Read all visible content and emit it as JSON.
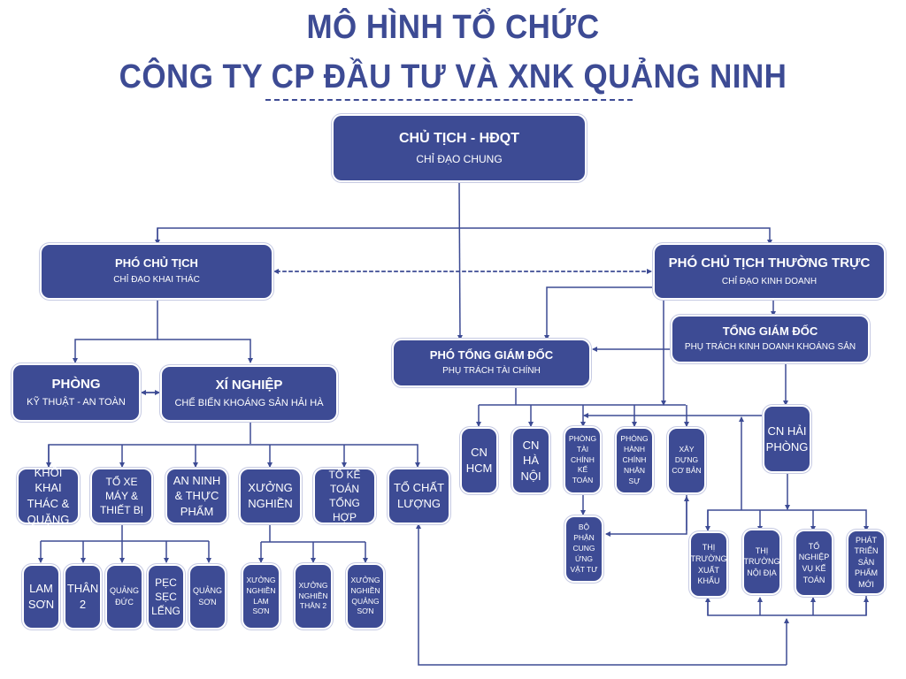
{
  "title": {
    "line1": "MÔ HÌNH TỔ CHỨC",
    "line2": "CÔNG TY CP ĐẦU TƯ VÀ XNK QUẢNG NINH"
  },
  "colors": {
    "primary": "#3d4b94",
    "text_on_primary": "#ffffff",
    "background": "#ffffff"
  },
  "nodes": {
    "chairman": {
      "title": "CHỦ TỊCH - HĐQT",
      "subtitle": "CHỈ ĐẠO CHUNG"
    },
    "vice_chairman": {
      "title": "PHÓ CHỦ TỊCH",
      "subtitle": "CHỈ ĐẠO KHAI THÁC"
    },
    "standing_vice_chairman": {
      "title": "PHÓ CHỦ TỊCH THƯỜNG TRỰC",
      "subtitle": "CHỈ ĐẠO KINH DOANH"
    },
    "general_director": {
      "title": "TỔNG GIÁM ĐỐC",
      "subtitle": "PHỤ TRÁCH KINH DOANH KHOÁNG SẢN"
    },
    "deputy_general_director": {
      "title": "PHÓ TỔNG GIÁM ĐỐC",
      "subtitle": "PHỤ TRÁCH TÀI CHÍNH"
    },
    "technical_dept": {
      "title": "PHÒNG",
      "subtitle": "KỸ THUẬT - AN TOÀN"
    },
    "enterprise": {
      "title": "XÍ NGHIỆP",
      "subtitle": "CHẾ BIẾN KHOÁNG SẢN HẢI HÀ"
    },
    "mining_block": {
      "title": "KHỐI KHAI THÁC & QUẶNG"
    },
    "vehicle_team": {
      "title": "TỔ XE MÁY & THIẾT BỊ"
    },
    "security_food": {
      "title": "AN NINH & THỰC PHẨM"
    },
    "grinding_workshop": {
      "title": "XƯỞNG NGHIỀN"
    },
    "accounting_team": {
      "title": "TỔ KẾ TOÁN TỔNG HỢP"
    },
    "quality_team": {
      "title": "TỔ CHẤT LƯỢNG"
    },
    "lam_son": {
      "title": "LAM SƠN"
    },
    "than_2": {
      "title": "THÂN 2"
    },
    "quang_duc": {
      "title": "QUẢNG ĐỨC"
    },
    "pec_sec_leng": {
      "title": "PẸC SẸC LẾNG"
    },
    "quang_son": {
      "title": "QUẢNG SƠN"
    },
    "grinding_lam_son": {
      "title": "XƯỞNG NGHIỀN LAM SƠN"
    },
    "grinding_than_2": {
      "title": "XƯỞNG NGHIỀN THÂN 2"
    },
    "grinding_quang_son": {
      "title": "XƯỞNG NGHIỀN QUẢNG SƠN"
    },
    "branch_hcm": {
      "title": "CN HCM"
    },
    "branch_hanoi": {
      "title": "CN HÀ NỘI"
    },
    "finance_dept": {
      "title": "PHÒNG TÀI CHÍNH KẾ TOÁN"
    },
    "admin_hr_dept": {
      "title": "PHÒNG HÀNH CHÍNH NHÂN SỰ"
    },
    "construction": {
      "title": "XÂY DỰNG CƠ BẢN"
    },
    "supply_dept": {
      "title": "BỘ PHẬN CUNG ỨNG VẬT TƯ"
    },
    "branch_haiphong": {
      "title": "CN HẢI PHÒNG"
    },
    "export_market": {
      "title": "THỊ TRƯỜNG XUẤT KHẨU"
    },
    "domestic_market": {
      "title": "THỊ TRƯỜNG NỘI ĐỊA"
    },
    "accounting_ops": {
      "title": "TỔ NGHIỆP VỤ KẾ TOÁN"
    },
    "new_product_dev": {
      "title": "PHÁT TRIỂN SẢN PHẨM MỚI"
    }
  }
}
